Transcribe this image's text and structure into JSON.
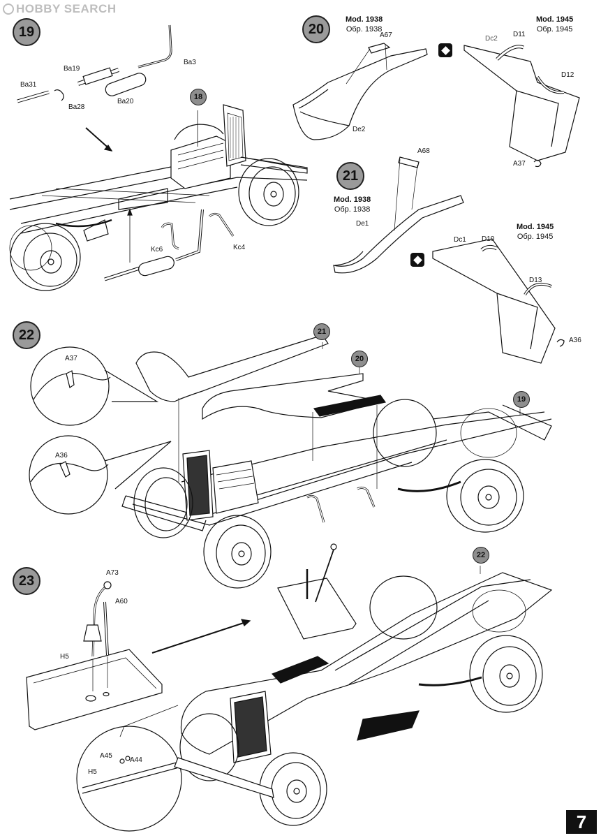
{
  "watermark": {
    "text": "HOBBY SEARCH"
  },
  "steps": {
    "s19": "19",
    "s20": "20",
    "s21": "21",
    "s22": "22",
    "s23": "23"
  },
  "refs": {
    "r18": "18",
    "r21": "21",
    "r20": "20",
    "r19": "19",
    "r22": "22"
  },
  "mods": {
    "m20_1938": {
      "title": "Mod. 1938",
      "sub": "Обр. 1938"
    },
    "m20_1945": {
      "title": "Mod. 1945",
      "sub": "Обр. 1945"
    },
    "m21_1938": {
      "title": "Mod. 1938",
      "sub": "Обр. 1938"
    },
    "m21_1945": {
      "title": "Mod. 1945",
      "sub": "Обр. 1945"
    }
  },
  "labels": {
    "ba3": "Ba3",
    "ba19": "Ba19",
    "ba31": "Ba31",
    "ba28": "Ba28",
    "ba20": "Ba20",
    "kc6": "Kc6",
    "kc4": "Kc4",
    "a67": "A67",
    "de2": "De2",
    "dc2": "Dc2",
    "d11": "D11",
    "d12": "D12",
    "a37_top": "A37",
    "a68": "A68",
    "de1": "De1",
    "dc1": "Dc1",
    "d10": "D10",
    "d13": "D13",
    "a36_top": "A36",
    "a37_detail": "A37",
    "a36_detail": "A36",
    "a73": "A73",
    "a60": "A60",
    "h5": "H5",
    "a45": "A45",
    "a44": "A44",
    "h5_detail": "H5"
  },
  "page_number": "7",
  "icons": [
    "diamond-icon",
    "arrow-icon"
  ]
}
